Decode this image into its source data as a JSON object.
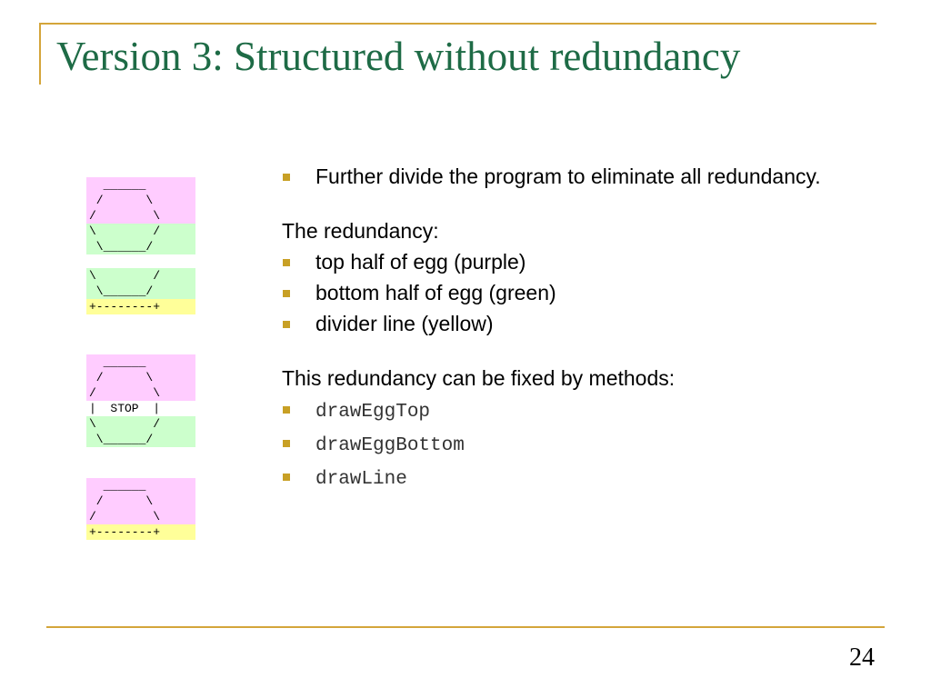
{
  "slide": {
    "title": "Version 3: Structured without redundancy",
    "page_number": "24",
    "accent_color": "#d4a53a",
    "title_color": "#1e6b46",
    "bullet_color": "#c8a025"
  },
  "figures": [
    {
      "segments": [
        {
          "color": "pink",
          "lines": [
            "  ______",
            " /      \\",
            "/        \\"
          ]
        },
        {
          "color": "green",
          "lines": [
            "\\        /",
            " \\______/"
          ]
        }
      ]
    },
    {
      "segments": [
        {
          "color": "green",
          "lines": [
            "\\        /",
            " \\______/"
          ]
        },
        {
          "color": "yellow",
          "lines": [
            "+--------+"
          ]
        }
      ]
    },
    {
      "segments": [
        {
          "color": "pink",
          "lines": [
            "  ______",
            " /      \\",
            "/        \\"
          ]
        },
        {
          "color": "white",
          "lines": [
            "|  STOP  |"
          ]
        },
        {
          "color": "green",
          "lines": [
            "\\        /",
            " \\______/"
          ]
        }
      ]
    },
    {
      "segments": [
        {
          "color": "pink",
          "lines": [
            "  ______",
            " /      \\",
            "/        \\"
          ]
        },
        {
          "color": "yellow",
          "lines": [
            "+--------+"
          ]
        }
      ]
    }
  ],
  "content": {
    "intro_bullet": "Further divide the program to eliminate all redundancy.",
    "redundancy_heading": "The redundancy:",
    "redundancy_items": [
      "top half of egg (purple)",
      "bottom half of egg (green)",
      "divider line (yellow)"
    ],
    "fix_heading": "This redundancy can be fixed by methods:",
    "methods": [
      "drawEggTop",
      "drawEggBottom",
      "drawLine"
    ]
  }
}
